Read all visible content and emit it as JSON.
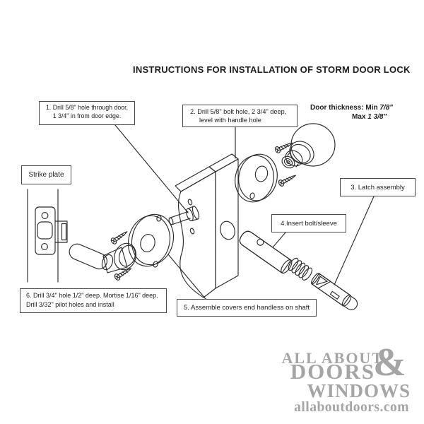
{
  "title": "INSTRUCTIONS FOR INSTALLATION OF STORM DOOR LOCK",
  "callouts": {
    "step1": {
      "line1": "1. Drill 5/8\" hole through door,",
      "line2": "1 3/4\" in from door edge."
    },
    "step2": {
      "line1": "2. Drill 5/8\" bolt hole, 2 3/4\" deep,",
      "line2": "level with handle hole"
    },
    "step3": {
      "label": "3. Latch assembly"
    },
    "step4": {
      "label": "4.Insert bolt/sleeve"
    },
    "step5": {
      "label": "5. Assemble covers end handless on shaft"
    },
    "step6": {
      "line1": "6. Drill 3/4\" hole 1/2\" deep. Mortise 1/16\" deep.",
      "line2": "Drill 3/32\" pilot holes and install"
    },
    "strike_plate": {
      "label": "Strike plate"
    }
  },
  "thickness": {
    "label": "Door thickness:",
    "min_label": "Min",
    "min_value": "7/8\"",
    "max_label": "Max",
    "max_value": "1 3/8\""
  },
  "watermark": {
    "line1": "ALL ABOUT",
    "line2": "DOORS",
    "ampersand": "&",
    "line3": "WINDOWS",
    "url": "allaboutdoors.com",
    "color": "#a5a5a5"
  },
  "diagram": {
    "line_color": "#2b2b2b",
    "parts": [
      "door-jamb",
      "strike-plate",
      "latch-keeper",
      "lever-handle",
      "interior-rose",
      "mounting-screws",
      "spindle",
      "door-edge",
      "exterior-rose",
      "knob",
      "bolt-sleeve",
      "spring",
      "latch-bolt"
    ]
  }
}
